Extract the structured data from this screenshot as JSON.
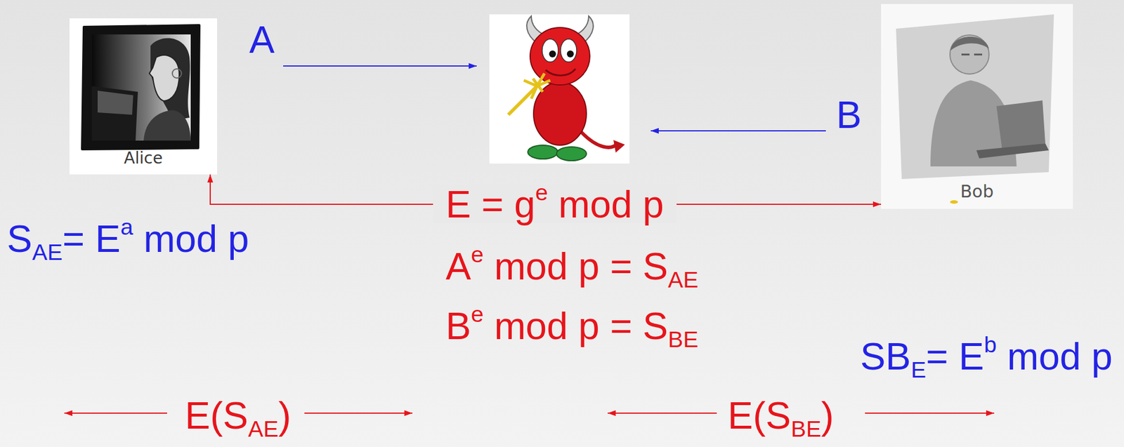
{
  "diagram": {
    "nodes": [
      {
        "text": [
          "Alice"
        ]
      },
      {
        "text": [
          "Bob"
        ]
      }
    ],
    "edges": [
      {
        "from": 0,
        "to": 1,
        "arrow": "both",
        "label": "E = ge mod p"
      }
    ],
    "labels": [
      "A",
      "B",
      "SAE= Ea mod p",
      "Ae mod p = SAE",
      "Be mod p = SBE",
      "SBE= Eb mod p",
      "E(SAE)",
      "E(SBE)"
    ]
  }
}
